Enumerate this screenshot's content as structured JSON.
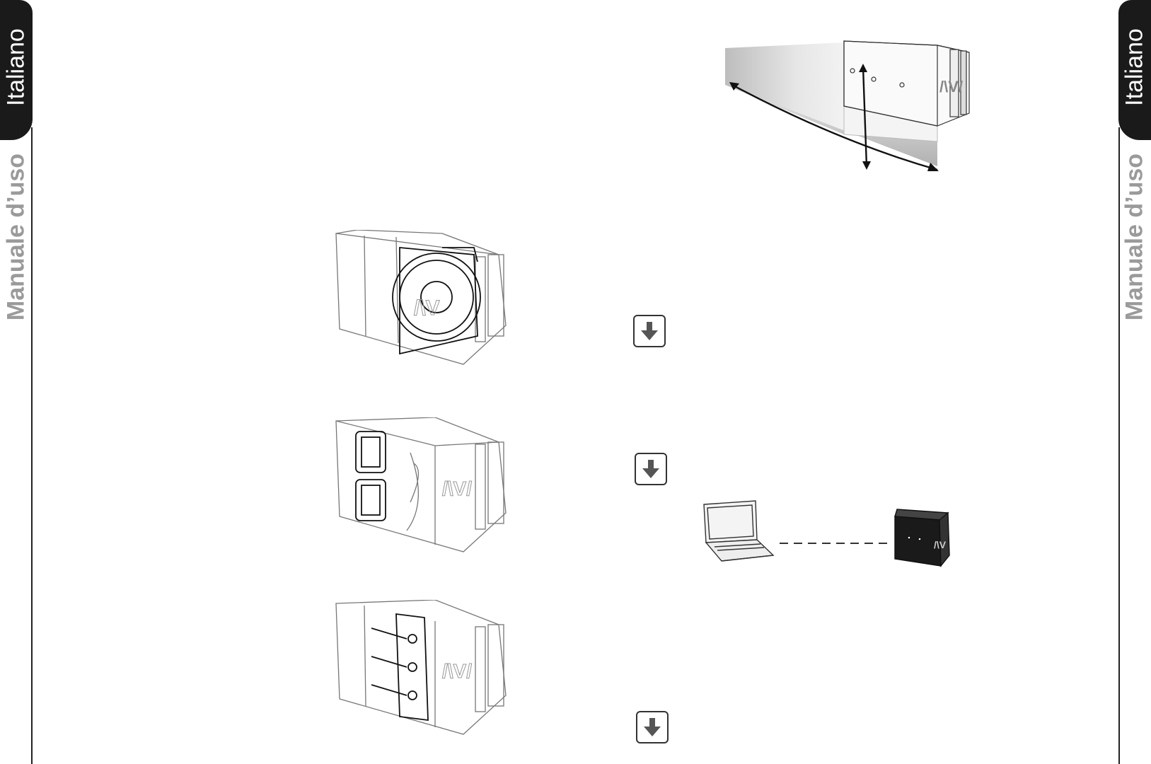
{
  "side_tab": {
    "language": "Italiano",
    "manual": "Manuale d’uso"
  },
  "figures": {
    "coverage_diagram": "speaker-coverage-illustration",
    "woofer_view": "speaker-woofer-illustration",
    "mid_view": "speaker-midrange-illustration",
    "horn_view": "speaker-horn-illustration",
    "laptop_connection": "laptop-to-speaker-illustration"
  },
  "icons": {
    "download": "download-arrow-icon"
  }
}
